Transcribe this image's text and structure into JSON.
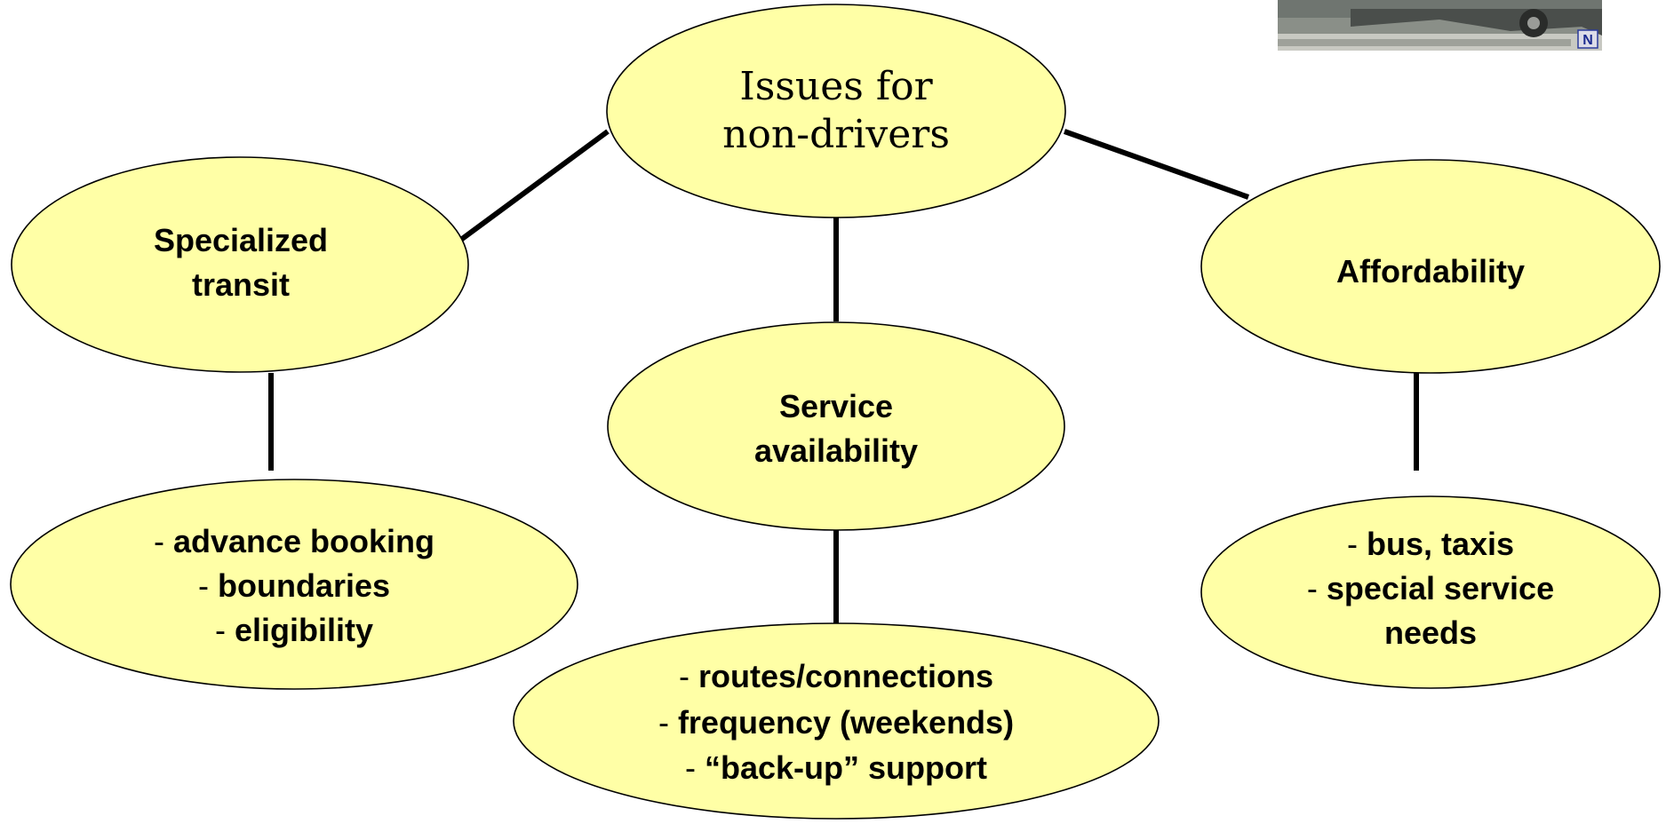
{
  "colors": {
    "node_fill": "#ffffa6",
    "line": "#000000",
    "text": "#000000"
  },
  "diagram": {
    "root": {
      "lines": [
        "Issues for",
        "non-drivers"
      ]
    },
    "categories": [
      {
        "id": "specialized",
        "lines": [
          "Specialized",
          "transit"
        ],
        "details": [
          "advance booking",
          "boundaries",
          "eligibility"
        ]
      },
      {
        "id": "service",
        "lines": [
          "Service",
          "availability"
        ],
        "details": [
          "routes/connections",
          "frequency (weekends)",
          "“back-up” support"
        ]
      },
      {
        "id": "affordability",
        "lines": [
          "Affordability"
        ],
        "details": [
          "bus, taxis",
          "special service",
          "needs"
        ]
      }
    ],
    "detail_prefix": "- "
  },
  "photo": {
    "icon": "photo-thumbnail-icon",
    "badge": "N"
  }
}
